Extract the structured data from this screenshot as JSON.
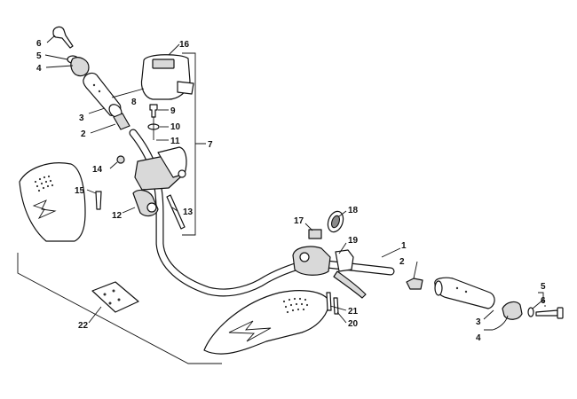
{
  "callouts": {
    "c1": "1",
    "c2a": "2",
    "c2b": "2",
    "c3a": "3",
    "c3b": "3",
    "c4a": "4",
    "c4b": "4",
    "c5a": "5",
    "c5b": "5",
    "c6a": "6",
    "c6b": "6",
    "c7": "7",
    "c8": "8",
    "c9": "9",
    "c10": "10",
    "c11": "11",
    "c12": "12",
    "c13": "13",
    "c14": "14",
    "c15": "15",
    "c16": "16",
    "c17": "17",
    "c18": "18",
    "c19": "19",
    "c20": "20",
    "c21": "21",
    "c22": "22"
  },
  "colors": {
    "ink": "#111111",
    "shade": "#d9d9d9",
    "background": "#ffffff"
  }
}
